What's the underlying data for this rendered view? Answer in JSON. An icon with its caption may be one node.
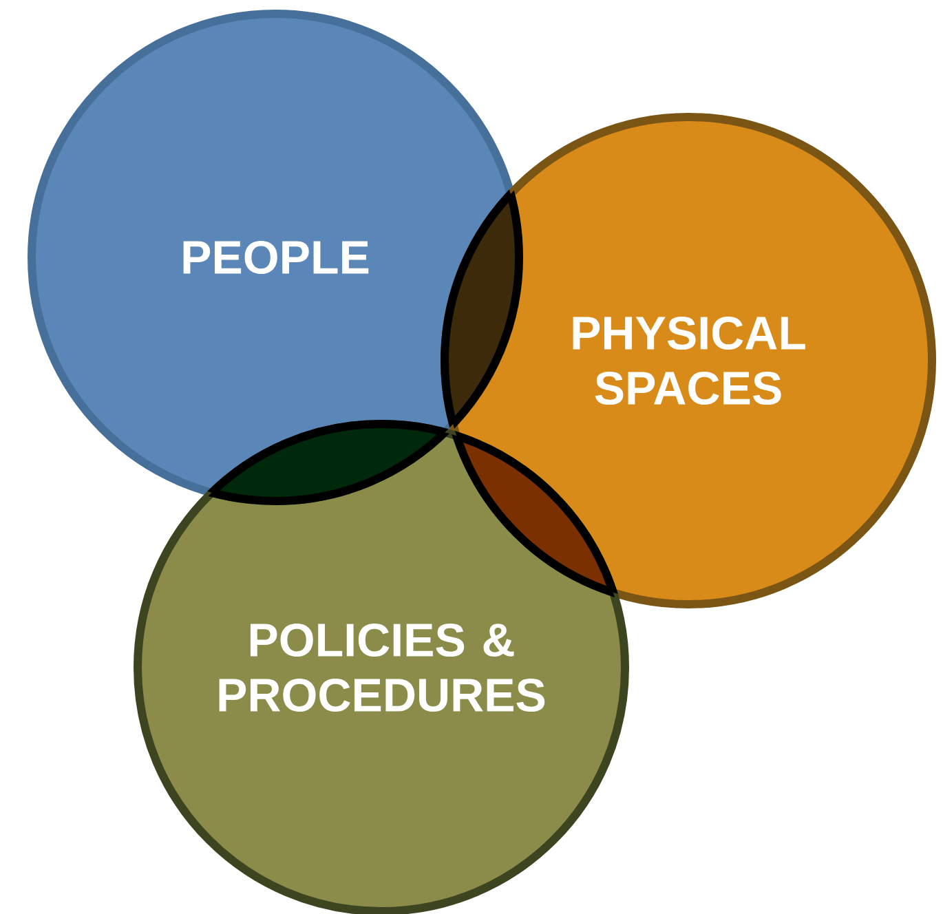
{
  "diagram": {
    "nodes": [
      {
        "text": [
          "PEOPLE"
        ]
      },
      {
        "text": [
          "PHYSICAL SPACES"
        ]
      },
      {
        "text": [
          "POLICIES & PROCEDURES"
        ]
      }
    ]
  }
}
